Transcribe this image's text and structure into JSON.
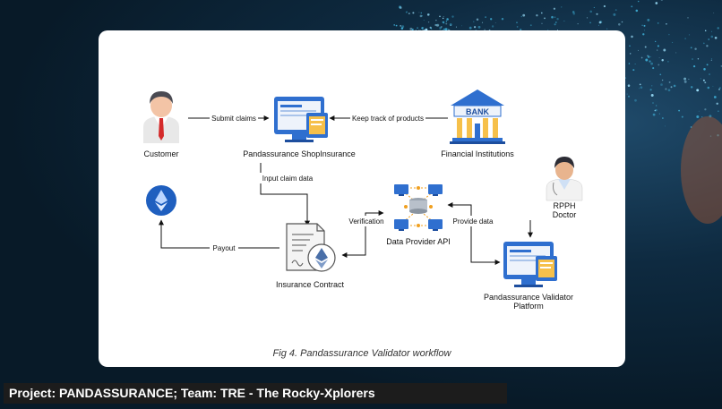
{
  "diagram": {
    "nodes": {
      "customer": "Customer",
      "shop": "Pandassurance ShopInsurance",
      "financial": "Financial Institutions",
      "bank_sign": "BANK",
      "doctor_line1": "RPPH",
      "doctor_line2": "Doctor",
      "data_api": "Data Provider API",
      "contract": "Insurance Contract",
      "validator_line1": "Pandassurance Validator",
      "validator_line2": "Platform"
    },
    "edges": {
      "submit_claims": "Submit claims",
      "keep_track": "Keep track of products",
      "input_claim": "Input claim data",
      "verification": "Verification",
      "provide_data": "Provide data",
      "payout": "Payout"
    }
  },
  "caption": "Fig 4. Pandassurance Validator workflow",
  "footer": "Project: PANDASSURANCE; Team: TRE - The Rocky-Xplorers",
  "colors": {
    "background": "#0b1e2e",
    "card": "#ffffff",
    "ethereum": "#1f5fbf",
    "screen": "#2f6fcf",
    "footer": "#1c1c1c"
  }
}
